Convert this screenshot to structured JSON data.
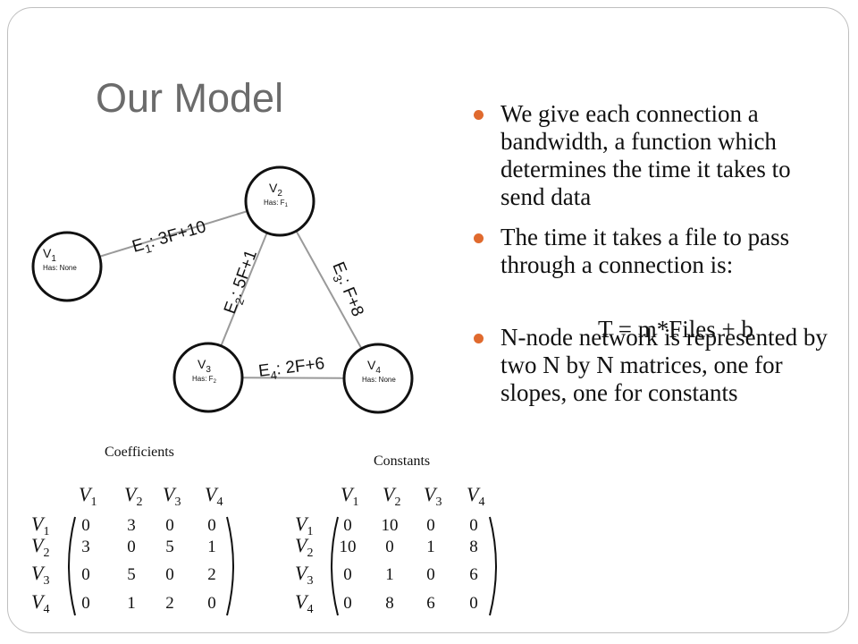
{
  "slide": {
    "title": "Our Model",
    "bullets": [
      "We give each connection a bandwidth, a function which determines the time it takes to send data",
      "The time it takes a file to pass through a connection is:",
      "N-node network is represented by two N by N matrices, one for slopes, one for constants"
    ],
    "formula": "T = m*Files + b"
  },
  "graph": {
    "nodes": [
      {
        "id": "V1",
        "label": "V",
        "sub": "1",
        "has": "Has: None"
      },
      {
        "id": "V2",
        "label": "V",
        "sub": "2",
        "has": "Has: F",
        "has_sub": "1"
      },
      {
        "id": "V3",
        "label": "V",
        "sub": "3",
        "has": "Has: F",
        "has_sub": "2"
      },
      {
        "id": "V4",
        "label": "V",
        "sub": "4",
        "has": "Has: None"
      }
    ],
    "edges": [
      {
        "id": "E1",
        "from": "V1",
        "to": "V2",
        "label": "E",
        "sub": "1",
        "weight": ": 3F+10"
      },
      {
        "id": "E2",
        "from": "V2",
        "to": "V3",
        "label": "E",
        "sub": "2",
        "weight": ": 5F+1"
      },
      {
        "id": "E3",
        "from": "V2",
        "to": "V4",
        "label": "E",
        "sub": "3",
        "weight": ": F+8"
      },
      {
        "id": "E4",
        "from": "V3",
        "to": "V4",
        "label": "E",
        "sub": "4",
        "weight": ": 2F+6"
      }
    ]
  },
  "matrices": [
    {
      "title": "Coefficients",
      "headers": [
        "1",
        "2",
        "3",
        "4"
      ],
      "rows": [
        [
          "0",
          "3",
          "0",
          "0"
        ],
        [
          "3",
          "0",
          "5",
          "1"
        ],
        [
          "0",
          "5",
          "0",
          "2"
        ],
        [
          "0",
          "1",
          "2",
          "0"
        ]
      ]
    },
    {
      "title": "Constants",
      "headers": [
        "1",
        "2",
        "3",
        "4"
      ],
      "rows": [
        [
          "0",
          "10",
          "0",
          "0"
        ],
        [
          "10",
          "0",
          "1",
          "8"
        ],
        [
          "0",
          "1",
          "0",
          "6"
        ],
        [
          "0",
          "8",
          "6",
          "0"
        ]
      ]
    }
  ],
  "matrix_var": "V",
  "colors": {
    "bullet": "#e06a2e",
    "title": "#6b6b6b",
    "edge": "#9a9a9a",
    "frame": "#bfbfbf"
  }
}
